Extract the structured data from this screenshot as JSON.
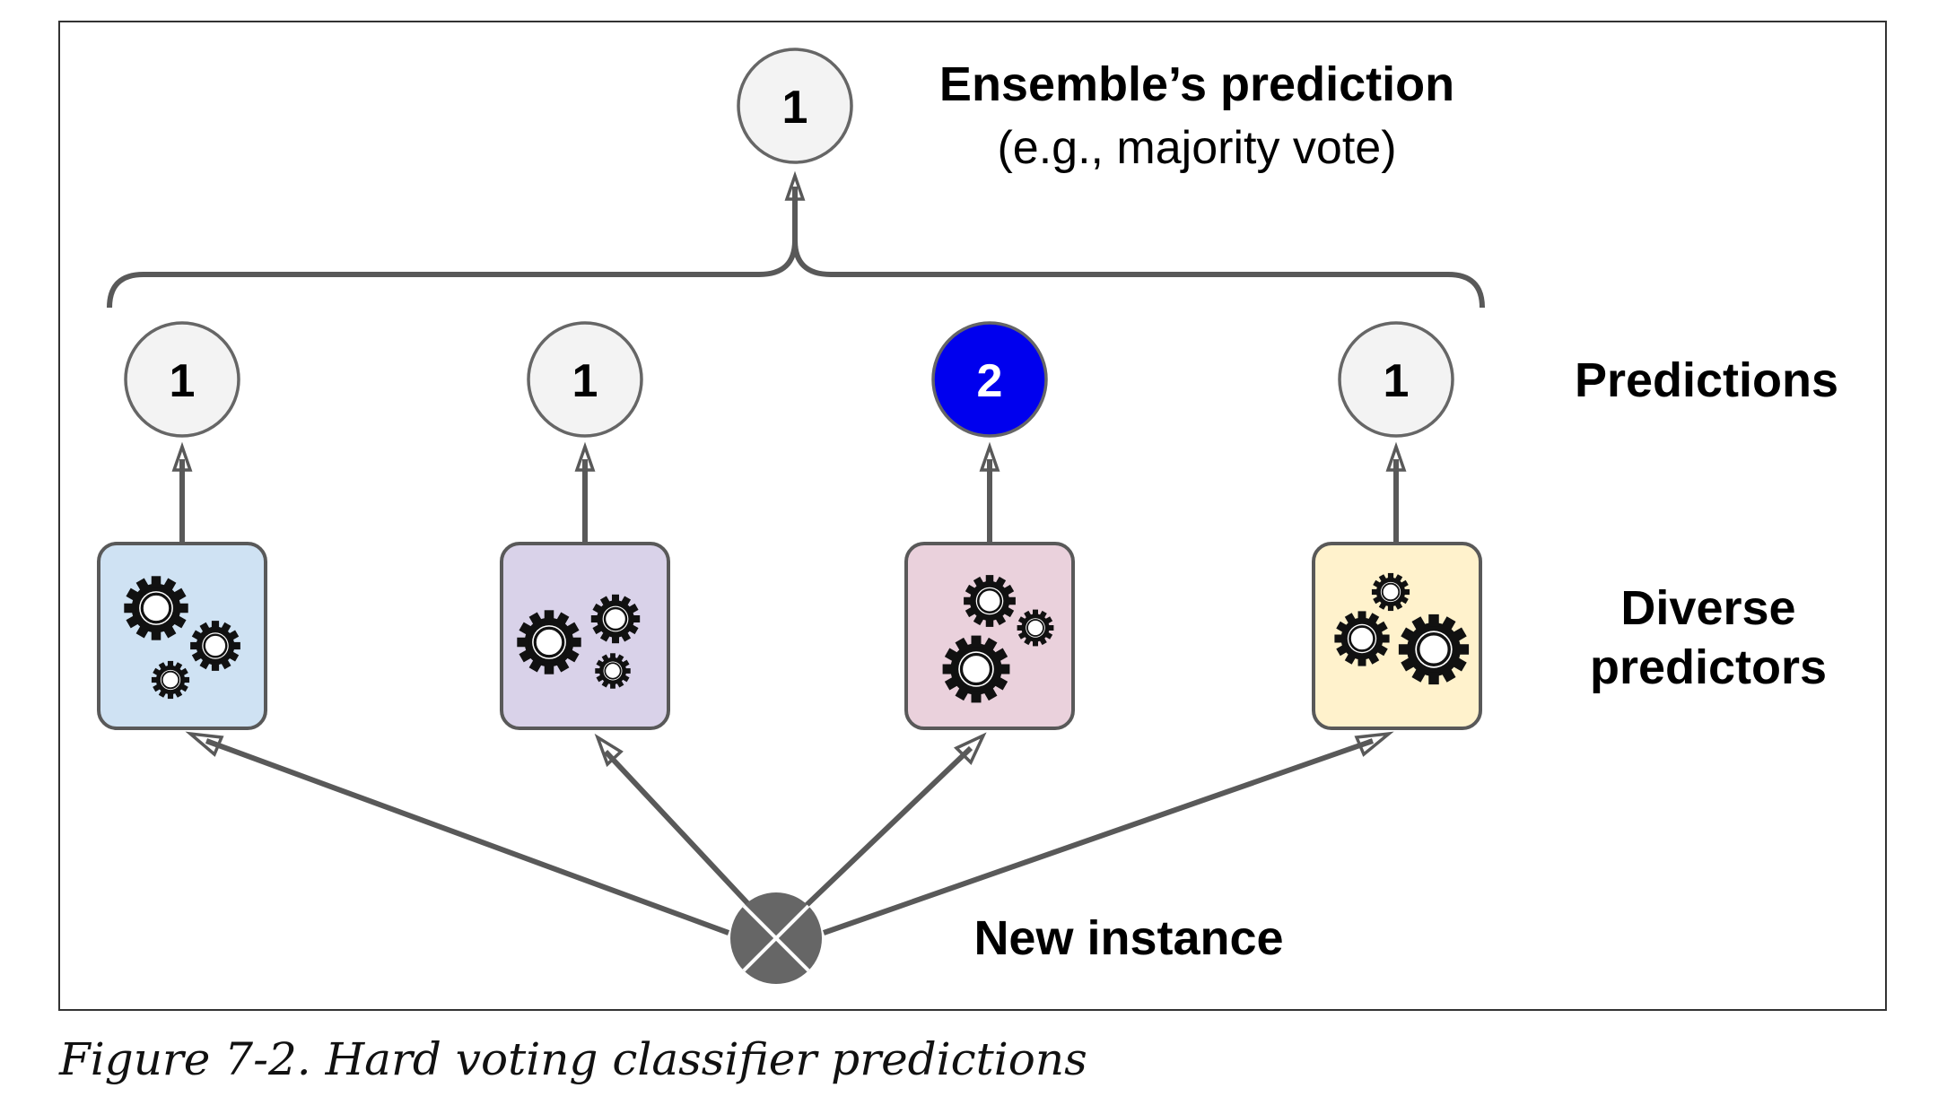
{
  "ensemble": {
    "value": "1",
    "title": "Ensemble’s prediction",
    "subtitle": "(e.g., majority vote)"
  },
  "labels": {
    "predictions": "Predictions",
    "diverse_line1": "Diverse",
    "diverse_line2": "predictors",
    "new_instance": "New instance"
  },
  "predictions": [
    {
      "value": "1",
      "fill": "#f3f3f3",
      "text_color": "#000000"
    },
    {
      "value": "1",
      "fill": "#f3f3f3",
      "text_color": "#000000"
    },
    {
      "value": "2",
      "fill": "#0000ee",
      "text_color": "#ffffff"
    },
    {
      "value": "1",
      "fill": "#f3f3f3",
      "text_color": "#000000"
    }
  ],
  "predictors": [
    {
      "color": "#cfe2f3",
      "icon": "gears-icon"
    },
    {
      "color": "#d9d2e9",
      "icon": "gears-icon"
    },
    {
      "color": "#ead1dc",
      "icon": "gears-icon"
    },
    {
      "color": "#fff2cc",
      "icon": "gears-icon"
    }
  ],
  "caption": "Figure 7-2. Hard voting classifier predictions"
}
